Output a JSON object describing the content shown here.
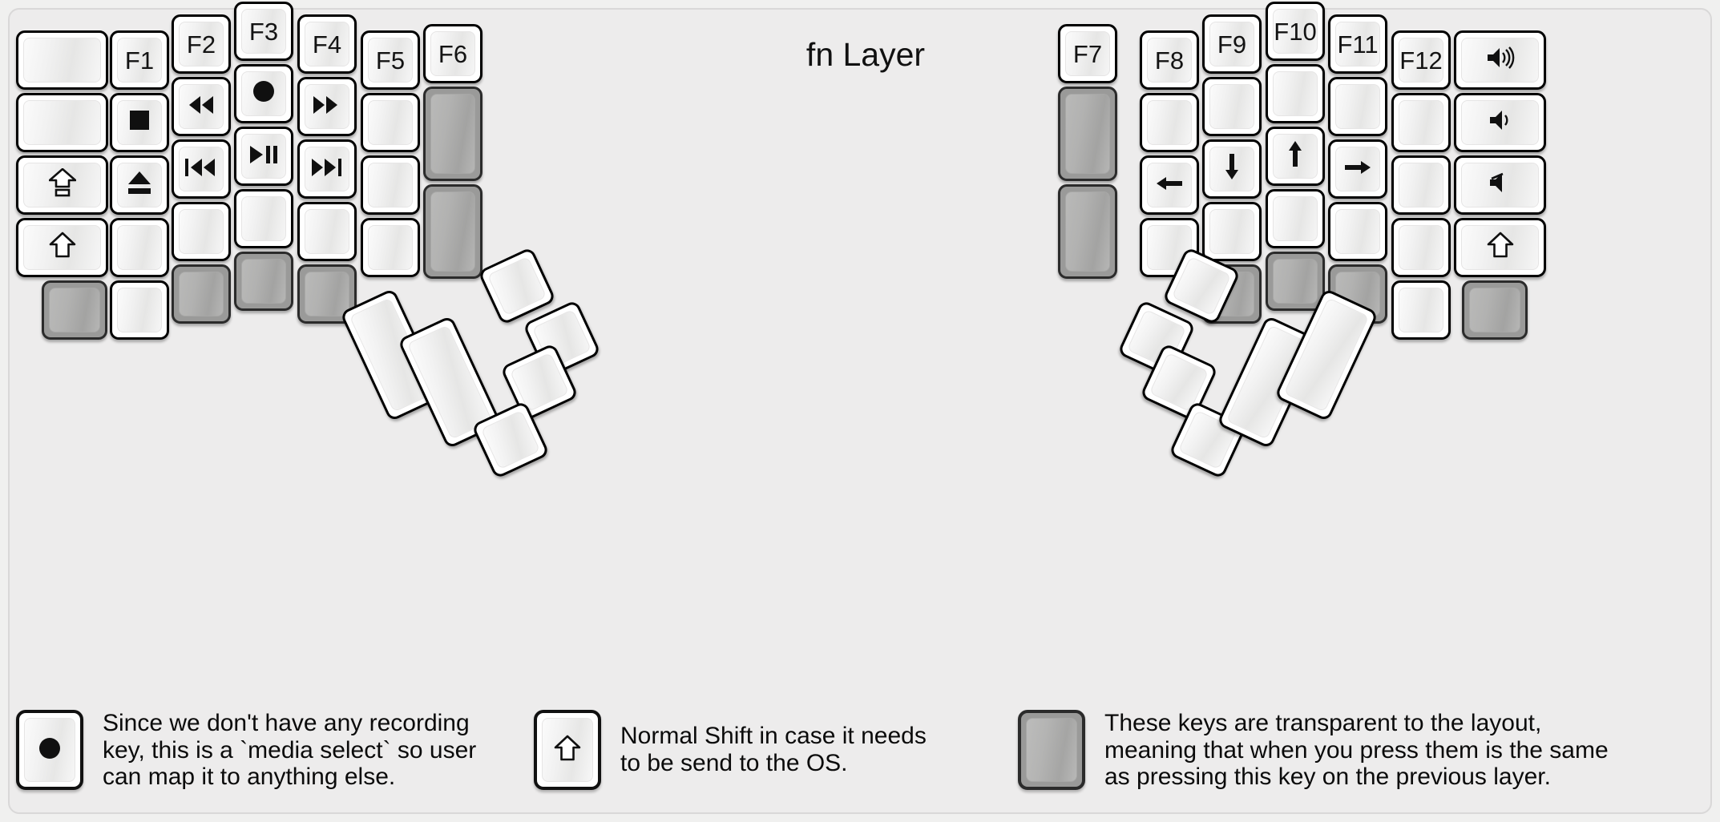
{
  "title": "fn Layer",
  "colors": {
    "background": "#f0f0ef",
    "panel": "#edecec",
    "key_face": "#ffffff",
    "key_border": "#000000",
    "transparent_key": "#9a9a99",
    "text": "#111111"
  },
  "icons": {
    "record": "●",
    "stop": "■",
    "eject": "⏏",
    "rewind": "◀◀",
    "fast_forward": "▶▶",
    "prev_track": "⏮",
    "play_pause": "▶❙❙",
    "next_track": "⏭",
    "caps_lock": "caps-lock-arrow",
    "shift": "⇧",
    "arrow_left": "←",
    "arrow_down": "↓",
    "arrow_up": "↑",
    "arrow_right": "→",
    "volume_up": "volume-up",
    "volume_down": "volume-down",
    "volume_mute": "volume-mute"
  },
  "left_half": {
    "columns": [
      {
        "name": "col-1",
        "keys": [
          {
            "label": "",
            "type": "normal"
          },
          {
            "label": "",
            "type": "normal"
          },
          {
            "label": "caps-lock",
            "type": "normal"
          },
          {
            "label": "shift",
            "type": "normal"
          },
          {
            "label": "",
            "type": "transparent"
          }
        ]
      },
      {
        "name": "col-2",
        "keys": [
          {
            "label": "F1",
            "type": "normal"
          },
          {
            "label": "stop",
            "type": "normal"
          },
          {
            "label": "eject",
            "type": "normal"
          },
          {
            "label": "",
            "type": "normal"
          },
          {
            "label": "",
            "type": "normal"
          }
        ]
      },
      {
        "name": "col-3",
        "keys": [
          {
            "label": "F2",
            "type": "normal"
          },
          {
            "label": "rewind",
            "type": "normal"
          },
          {
            "label": "prev-track",
            "type": "normal"
          },
          {
            "label": "",
            "type": "normal"
          },
          {
            "label": "",
            "type": "transparent"
          }
        ]
      },
      {
        "name": "col-4",
        "keys": [
          {
            "label": "F3",
            "type": "normal"
          },
          {
            "label": "record",
            "type": "normal"
          },
          {
            "label": "play-pause",
            "type": "normal"
          },
          {
            "label": "",
            "type": "normal"
          },
          {
            "label": "",
            "type": "transparent"
          }
        ]
      },
      {
        "name": "col-5",
        "keys": [
          {
            "label": "F4",
            "type": "normal"
          },
          {
            "label": "fast-forward",
            "type": "normal"
          },
          {
            "label": "next-track",
            "type": "normal"
          },
          {
            "label": "",
            "type": "normal"
          },
          {
            "label": "",
            "type": "transparent"
          }
        ]
      },
      {
        "name": "col-6",
        "keys": [
          {
            "label": "F5",
            "type": "normal"
          },
          {
            "label": "",
            "type": "normal"
          },
          {
            "label": "",
            "type": "normal"
          },
          {
            "label": "",
            "type": "normal"
          }
        ]
      },
      {
        "name": "col-7",
        "keys": [
          {
            "label": "F6",
            "type": "normal"
          },
          {
            "label": "",
            "type": "transparent"
          },
          {
            "label": "",
            "type": "transparent"
          }
        ]
      }
    ],
    "thumb_cluster": [
      {
        "label": "",
        "type": "normal",
        "size": "2u"
      },
      {
        "label": "",
        "type": "normal",
        "size": "2u"
      },
      {
        "label": "",
        "type": "normal",
        "size": "1u"
      },
      {
        "label": "",
        "type": "normal",
        "size": "1u"
      },
      {
        "label": "",
        "type": "normal",
        "size": "1u"
      },
      {
        "label": "",
        "type": "normal",
        "size": "1u"
      }
    ]
  },
  "right_half": {
    "columns": [
      {
        "name": "col-1",
        "keys": [
          {
            "label": "F7",
            "type": "normal"
          },
          {
            "label": "",
            "type": "transparent"
          },
          {
            "label": "",
            "type": "transparent"
          }
        ]
      },
      {
        "name": "col-2",
        "keys": [
          {
            "label": "F8",
            "type": "normal"
          },
          {
            "label": "",
            "type": "normal"
          },
          {
            "label": "arrow-left",
            "type": "normal"
          },
          {
            "label": "",
            "type": "normal"
          }
        ]
      },
      {
        "name": "col-3",
        "keys": [
          {
            "label": "F9",
            "type": "normal"
          },
          {
            "label": "",
            "type": "normal"
          },
          {
            "label": "arrow-down",
            "type": "normal"
          },
          {
            "label": "",
            "type": "normal"
          },
          {
            "label": "",
            "type": "transparent"
          }
        ]
      },
      {
        "name": "col-4",
        "keys": [
          {
            "label": "F10",
            "type": "normal"
          },
          {
            "label": "",
            "type": "normal"
          },
          {
            "label": "arrow-up",
            "type": "normal"
          },
          {
            "label": "",
            "type": "normal"
          },
          {
            "label": "",
            "type": "transparent"
          }
        ]
      },
      {
        "name": "col-5",
        "keys": [
          {
            "label": "F11",
            "type": "normal"
          },
          {
            "label": "",
            "type": "normal"
          },
          {
            "label": "arrow-right",
            "type": "normal"
          },
          {
            "label": "",
            "type": "normal"
          },
          {
            "label": "",
            "type": "transparent"
          }
        ]
      },
      {
        "name": "col-6",
        "keys": [
          {
            "label": "F12",
            "type": "normal"
          },
          {
            "label": "",
            "type": "normal"
          },
          {
            "label": "",
            "type": "normal"
          },
          {
            "label": "",
            "type": "normal"
          },
          {
            "label": "",
            "type": "normal"
          }
        ]
      },
      {
        "name": "col-7",
        "keys": [
          {
            "label": "volume-up",
            "type": "normal"
          },
          {
            "label": "volume-down",
            "type": "normal"
          },
          {
            "label": "volume-mute",
            "type": "normal"
          },
          {
            "label": "shift",
            "type": "normal"
          },
          {
            "label": "",
            "type": "transparent"
          }
        ]
      }
    ],
    "thumb_cluster": [
      {
        "label": "",
        "type": "normal",
        "size": "1u"
      },
      {
        "label": "",
        "type": "normal",
        "size": "1u"
      },
      {
        "label": "",
        "type": "normal",
        "size": "1u"
      },
      {
        "label": "",
        "type": "normal",
        "size": "1u"
      },
      {
        "label": "",
        "type": "normal",
        "size": "2u"
      },
      {
        "label": "",
        "type": "normal",
        "size": "2u"
      }
    ]
  },
  "legend": [
    {
      "key_icon": "record",
      "key_type": "normal",
      "text": "Since we don't have any recording\nkey, this is a `media select` so user\ncan map it to anything else."
    },
    {
      "key_icon": "shift",
      "key_type": "normal",
      "text": "Normal Shift in case it needs\nto be send to the OS."
    },
    {
      "key_icon": "",
      "key_type": "transparent",
      "text": "These keys are transparent to the layout,\nmeaning that when you press them is the same\nas pressing this key on the previous layer."
    }
  ]
}
